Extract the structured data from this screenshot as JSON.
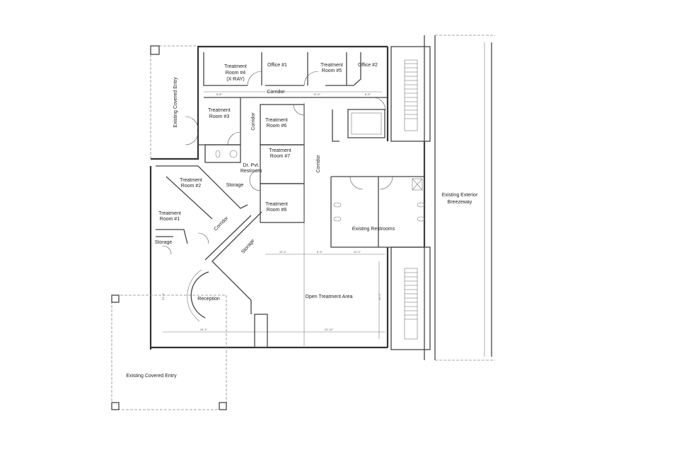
{
  "labels": {
    "covered_entry_top": "Existing Covered Entry",
    "covered_entry_bottom": "Existing Covered Entry",
    "treatment_room_4": [
      "Treatment",
      "Room #4",
      "(X-RAY)"
    ],
    "office_1": "Office #1",
    "treatment_room_5": [
      "Treatment",
      "Room #5"
    ],
    "office_2": "Office #2",
    "corridor_top": "Corridor",
    "corridor_left": "Corridor",
    "corridor_right": "Corridor",
    "corridor_diag": "Corridor",
    "treatment_room_3": [
      "Treatment",
      "Room #3"
    ],
    "treatment_room_6": [
      "Treatment",
      "Room #6"
    ],
    "treatment_room_7": [
      "Treatment",
      "Room #7"
    ],
    "treatment_room_8": [
      "Treatment",
      "Room #8"
    ],
    "treatment_room_2": [
      "Treatment",
      "Room #2"
    ],
    "treatment_room_1": [
      "Treatment",
      "Room #1"
    ],
    "dr_restroom": [
      "Dr. Pvt.",
      "Restroom"
    ],
    "storage_1": "Storage",
    "storage_2": "Storage",
    "storage_3": "Storage",
    "existing_restrooms": "Existing Restrooms",
    "breezeway": [
      "Existing Exterior",
      "Breezeway"
    ],
    "reception": "Reception",
    "open_treatment": "Open Treatment Area"
  },
  "dimensions": {
    "bottom_left": "24'-3\"",
    "bottom_right": "24'-10\"",
    "mid_1": "10'-4\"",
    "mid_2": "5'-9\"",
    "mid_3": "12'-2\"",
    "corr_1": "8'-8\"",
    "corr_2": "12'-5\"",
    "corr_3": "8'-8\"",
    "vert_1": "31'-4\"",
    "vert_2": "31'-2\""
  }
}
